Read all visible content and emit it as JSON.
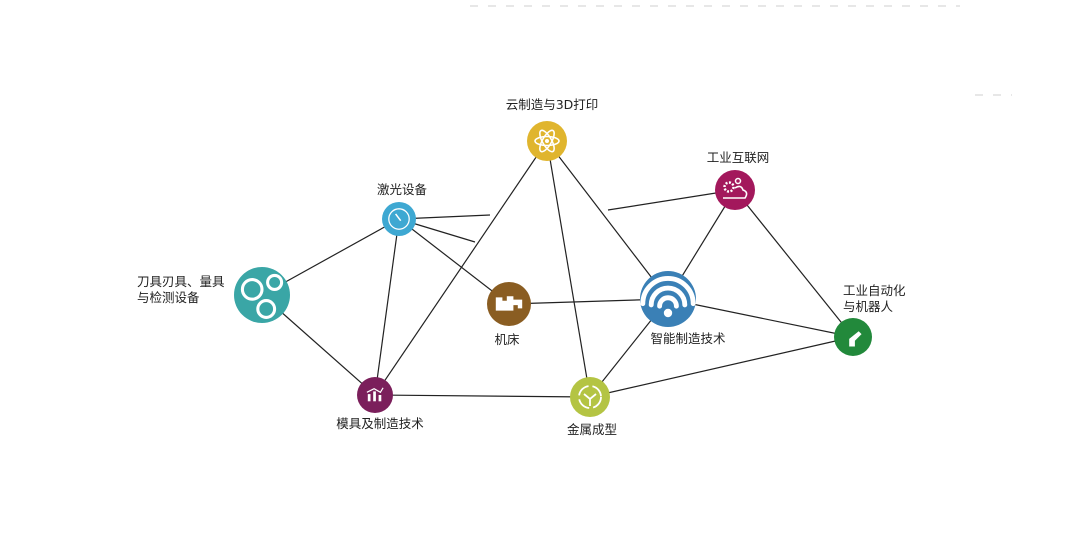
{
  "nodes": [
    {
      "id": "tools",
      "label_lines": [
        "刀具刃具、量具",
        "与检测设备"
      ],
      "icon": "molecule-icon",
      "color": "#3aa6a6"
    },
    {
      "id": "laser",
      "label_lines": [
        "激光设备"
      ],
      "icon": "gauge-icon",
      "color": "#3ea8d2"
    },
    {
      "id": "cloud3d",
      "label_lines": [
        "云制造与3D打印"
      ],
      "icon": "atom-icon",
      "color": "#e0b52e"
    },
    {
      "id": "iiot",
      "label_lines": [
        "工业互联网"
      ],
      "icon": "gears-cloud-icon",
      "color": "#a3185c"
    },
    {
      "id": "machine",
      "label_lines": [
        "机床"
      ],
      "icon": "machine-tool-icon",
      "color": "#8a5d22"
    },
    {
      "id": "smart",
      "label_lines": [
        "智能制造技术"
      ],
      "icon": "wifi-icon",
      "color": "#3a80b6"
    },
    {
      "id": "robot",
      "label_lines": [
        "工业自动化",
        "与机器人"
      ],
      "icon": "robot-arm-icon",
      "color": "#22893b"
    },
    {
      "id": "mold",
      "label_lines": [
        "模具及制造技术"
      ],
      "icon": "chart-icon",
      "color": "#7b1f5b"
    },
    {
      "id": "metal",
      "label_lines": [
        "金属成型"
      ],
      "icon": "recycle-icon",
      "color": "#b4c443"
    }
  ],
  "edges": [
    [
      "tools",
      "laser"
    ],
    [
      "tools",
      "mold"
    ],
    [
      "laser",
      "machine"
    ],
    [
      "laser",
      "mold"
    ],
    [
      "cloud3d",
      "mold"
    ],
    [
      "cloud3d",
      "metal"
    ],
    [
      "cloud3d",
      "smart"
    ],
    [
      "iiot",
      "smart"
    ],
    [
      "iiot",
      "robot"
    ],
    [
      "machine",
      "smart"
    ],
    [
      "smart",
      "robot"
    ],
    [
      "smart",
      "metal"
    ],
    [
      "metal",
      "robot"
    ],
    [
      "mold",
      "metal"
    ]
  ],
  "partial_edges": [
    [
      "laser",
      "a"
    ],
    [
      "laser",
      "b"
    ],
    [
      "iiot",
      "c"
    ]
  ],
  "line_color": "#222222",
  "dash_color": "#cfcfcf"
}
